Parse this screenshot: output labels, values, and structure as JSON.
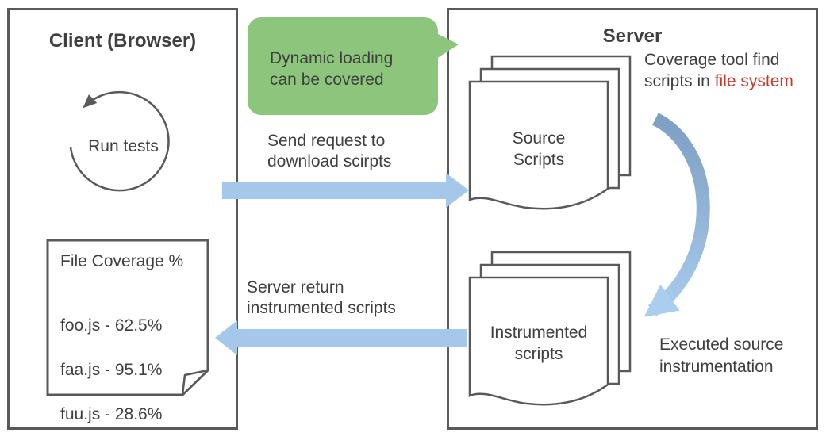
{
  "client": {
    "title": "Client (Browser)",
    "run_tests": "Run tests",
    "coverage_note": {
      "title": "File Coverage %",
      "entries": [
        "foo.js - 62.5%",
        "faa.js - 95.1%",
        "fuu.js - 28.6%"
      ]
    }
  },
  "callout": {
    "text": "Dynamic loading\ncan be covered"
  },
  "flows": {
    "request_label": "Send request to\ndownload scirpts",
    "response_label": "Server return\ninstrumented scripts"
  },
  "server": {
    "title": "Server",
    "source_stack_label": "Source\nScripts",
    "instrumented_stack_label": "Instrumented\nscripts",
    "coverage_tool_text": "Coverage tool find\nscripts in ",
    "coverage_tool_highlight": "file system",
    "executed_text": "Executed source\ninstrumentation"
  },
  "colors": {
    "border_gray": "#595959",
    "text": "#3f3f3f",
    "callout_green": "#8cc57c",
    "arrow_blue": "#a5c8ea",
    "curved_arrow_dark": "#7d9fc3",
    "curved_arrow_light": "#abceef",
    "highlight_red": "#c53a28"
  }
}
